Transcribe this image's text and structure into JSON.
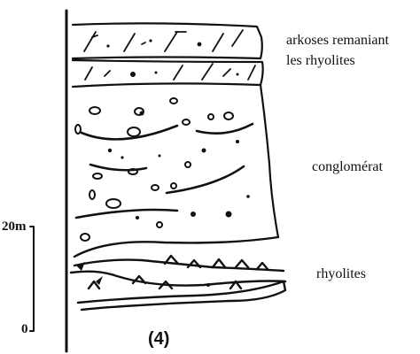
{
  "labels": {
    "arkoses_line1": "arkoses remaniant",
    "arkoses_line2": "les rhyolites",
    "conglomerat": "conglomérat",
    "rhyolites": "rhyolites"
  },
  "scale": {
    "top": "20m",
    "bottom": "0"
  },
  "figure_number": "(4)",
  "colors": {
    "ink": "#111111",
    "background": "#ffffff"
  }
}
